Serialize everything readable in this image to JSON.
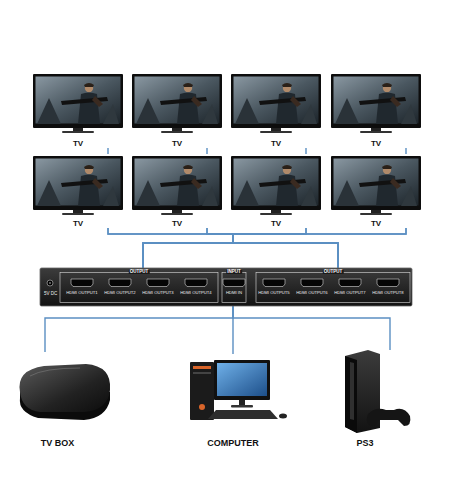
{
  "diagram": {
    "nodes": [
      {
        "text": [
          "TV"
        ]
      },
      {
        "text": [
          "TV"
        ]
      },
      {
        "text": [
          "TV"
        ]
      },
      {
        "text": [
          "TV"
        ]
      },
      {
        "text": [
          "TV"
        ]
      },
      {
        "text": [
          "TV"
        ]
      },
      {
        "text": [
          "TV"
        ]
      },
      {
        "text": [
          "TV"
        ]
      },
      {
        "text": [
          "5V DC",
          "OUTPUT",
          "INPUT",
          "OUTPUT",
          "HDMI OUTPUT1",
          "HDMI OUTPUT2",
          "HDMI OUTPUT3",
          "HDMI OUTPUT4",
          "HDMI IN",
          "HDMI OUTPUT5",
          "HDMI OUTPUT6",
          "HDMI OUTPUT7",
          "HDMI OUTPUT8"
        ]
      },
      {
        "text": [
          "TV BOX"
        ]
      },
      {
        "text": [
          "COMPUTER"
        ]
      },
      {
        "text": [
          "PS3"
        ]
      }
    ],
    "edges": [
      {
        "from": 8,
        "to": 0,
        "arrow": "none"
      },
      {
        "from": 8,
        "to": 1,
        "arrow": "none"
      },
      {
        "from": 8,
        "to": 2,
        "arrow": "none"
      },
      {
        "from": 8,
        "to": 3,
        "arrow": "none"
      },
      {
        "from": 8,
        "to": 4,
        "arrow": "none"
      },
      {
        "from": 8,
        "to": 5,
        "arrow": "none"
      },
      {
        "from": 8,
        "to": 6,
        "arrow": "none"
      },
      {
        "from": 8,
        "to": 7,
        "arrow": "none"
      },
      {
        "from": 9,
        "to": 8,
        "arrow": "none"
      },
      {
        "from": 10,
        "to": 8,
        "arrow": "none"
      },
      {
        "from": 11,
        "to": 8,
        "arrow": "none"
      }
    ]
  }
}
